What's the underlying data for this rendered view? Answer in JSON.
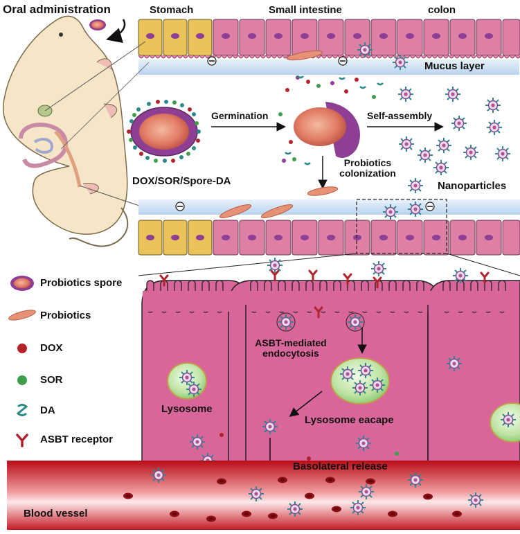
{
  "top_labels": {
    "oral": "Oral administration",
    "stomach": "Stomach",
    "small_intestine": "Small intestine",
    "colon": "colon"
  },
  "mucus_layer": "Mucus layer",
  "process": {
    "germination": "Germination",
    "self_assembly": "Self-assembly",
    "probiotics_colonization": "Probiotics colonization",
    "formulation": "DOX/SOR/Spore-DA",
    "nanoparticles": "Nanoparticles"
  },
  "legend": [
    {
      "icon": "probiotics-spore-icon",
      "label": "Probiotics spore"
    },
    {
      "icon": "probiotics-icon",
      "label": "Probiotics"
    },
    {
      "icon": "dox-icon",
      "label": "DOX"
    },
    {
      "icon": "sor-icon",
      "label": "SOR"
    },
    {
      "icon": "da-icon",
      "label": "DA"
    },
    {
      "icon": "asbt-receptor-icon",
      "label": "ASBT receptor"
    }
  ],
  "cell_labels": {
    "endocytosis": "ASBT-mediated endocytosis",
    "lysosome": "Lysosome",
    "lysosome_escape": "Lysosome eacape",
    "basolateral_release": "Basolateral release",
    "blood_vessel": "Blood vessel"
  },
  "colors": {
    "stomach_cell": "#e9c35a",
    "intestine_cell": "#de7fa6",
    "nucleus": "#8e3f93",
    "mucus": "#c9ddf2",
    "blood": "#c6121c",
    "dox": "#b5232a",
    "sor": "#3f9e4a",
    "da": "#2a8a8a"
  }
}
